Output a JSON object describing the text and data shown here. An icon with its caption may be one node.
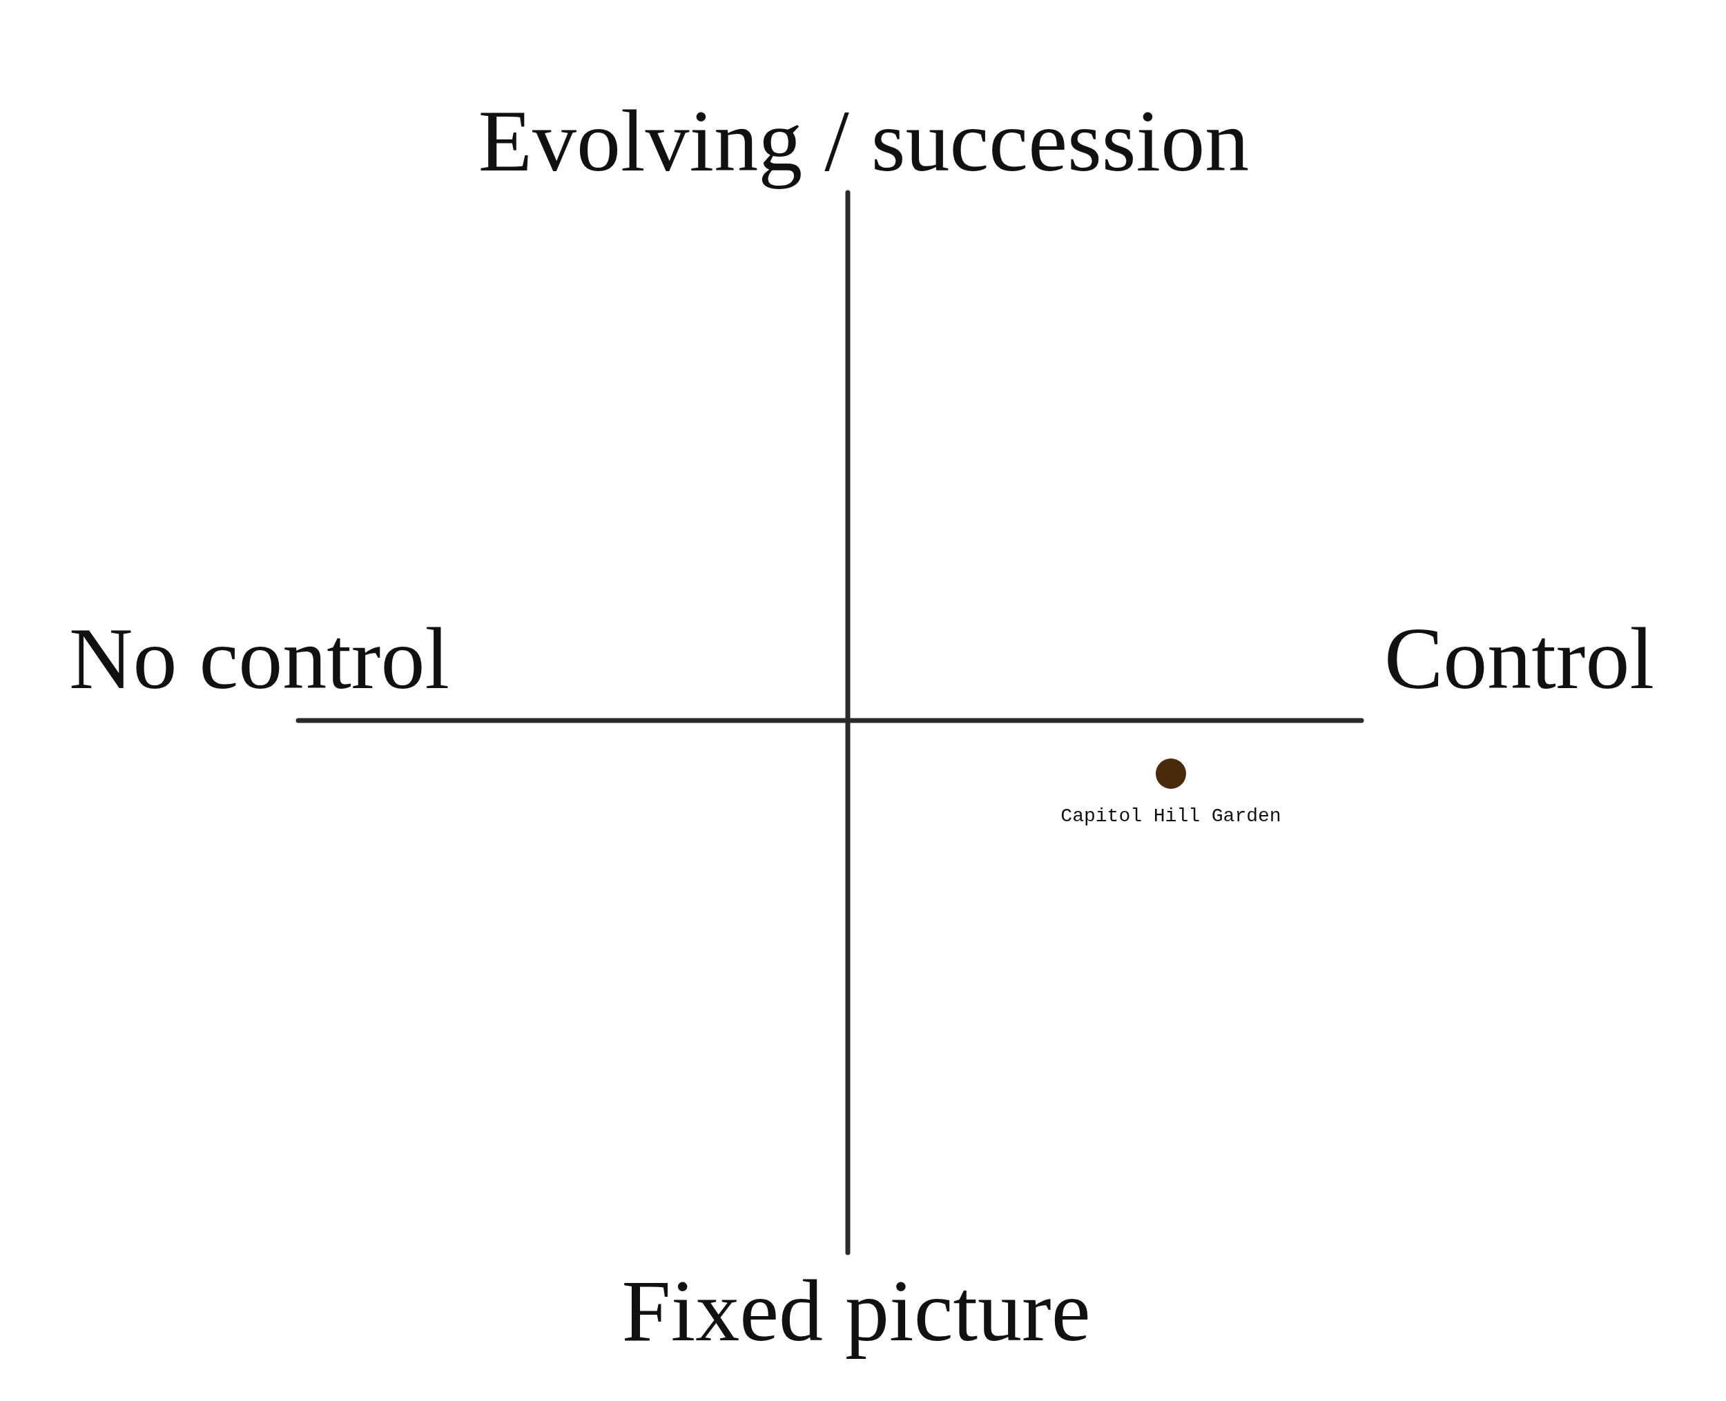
{
  "diagram": {
    "nodes": [
      {
        "text": [],
        "shape": "circle",
        "beside": [
          "Capitol Hill Garden"
        ]
      }
    ],
    "labels": [
      "Evolving / succession",
      "No control",
      "Control",
      "Fixed picture"
    ]
  }
}
